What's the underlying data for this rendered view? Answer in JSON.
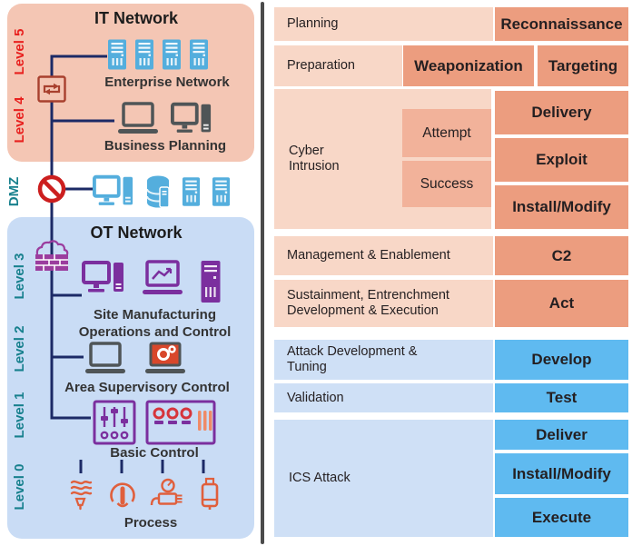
{
  "figure": {
    "left_panel_title_it": "IT Network",
    "left_panel_title_ot": "OT Network"
  },
  "colors": {
    "panel_pink": "#f4c6b4",
    "row_pink_light": "#f8d7c7",
    "pink_mid": "#f2b29a",
    "salmon_dark": "#ec9d7f",
    "panel_blue": "#c9dcf5",
    "row_blue_light": "#cfe0f6",
    "blue_bright": "#5fbaf0",
    "wire_navy": "#1c2a66",
    "level_red": "#e8201e",
    "level_teal": "#17808d",
    "divider_gray": "#4b4b4b",
    "icon_blue": "#54aedd",
    "icon_purple": "#7b2f9e",
    "icon_orange": "#e05f3c",
    "icon_gray": "#4f5557"
  },
  "left_panel": {
    "it_network": {
      "title": "IT Network",
      "level5": "Level 5",
      "level4": "Level 4",
      "enterprise_label": "Enterprise Network",
      "business_label": "Business Planning",
      "icons": [
        "router-icon",
        "rack-server-icon",
        "laptop-icon",
        "desktop-computer-icon"
      ]
    },
    "dmz": {
      "label": "DMZ",
      "icons": [
        "no-entry-icon",
        "desktop-computer-icon",
        "database-icon",
        "rack-server-icon"
      ]
    },
    "ot_network": {
      "title": "OT Network",
      "level3": "Level 3",
      "level2": "Level 2",
      "level1": "Level 1",
      "level0": "Level 0",
      "site_label": "Site Manufacturing Operations and Control",
      "area_label": "Area Supervisory Control",
      "basic_label": "Basic Control",
      "process_label": "Process",
      "icons": [
        "firewall-icon",
        "desktop-computer-icon",
        "hmi-laptop-icon",
        "server-tower-icon",
        "laptop-icon",
        "gear-laptop-icon",
        "plc-controller-icon",
        "control-panel-icon",
        "heater-coil-icon",
        "push-button-icon",
        "pressure-gauge-icon",
        "actuator-icon"
      ]
    }
  },
  "kill_chain": {
    "planning": {
      "stage": "Planning",
      "phase": "Reconnaissance"
    },
    "preparation": {
      "stage": "Preparation",
      "phase_1": "Weaponization",
      "phase_2": "Targeting"
    },
    "cyber_intrusion": {
      "stage": "Cyber Intrusion",
      "sub_1": "Attempt",
      "sub_2": "Success",
      "phase_1": "Delivery",
      "phase_2": "Exploit",
      "phase_3": "Install/Modify"
    },
    "management": {
      "stage": "Management & Enablement",
      "phase": "C2"
    },
    "sustainment": {
      "stage": "Sustainment, Entrenchment Development & Execution",
      "phase": "Act"
    },
    "attack_dev": {
      "stage": "Attack Development & Tuning",
      "phase": "Develop"
    },
    "validation": {
      "stage": "Validation",
      "phase": "Test"
    },
    "ics_attack": {
      "stage": "ICS Attack",
      "phase_1": "Deliver",
      "phase_2": "Install/Modify",
      "phase_3": "Execute"
    }
  }
}
